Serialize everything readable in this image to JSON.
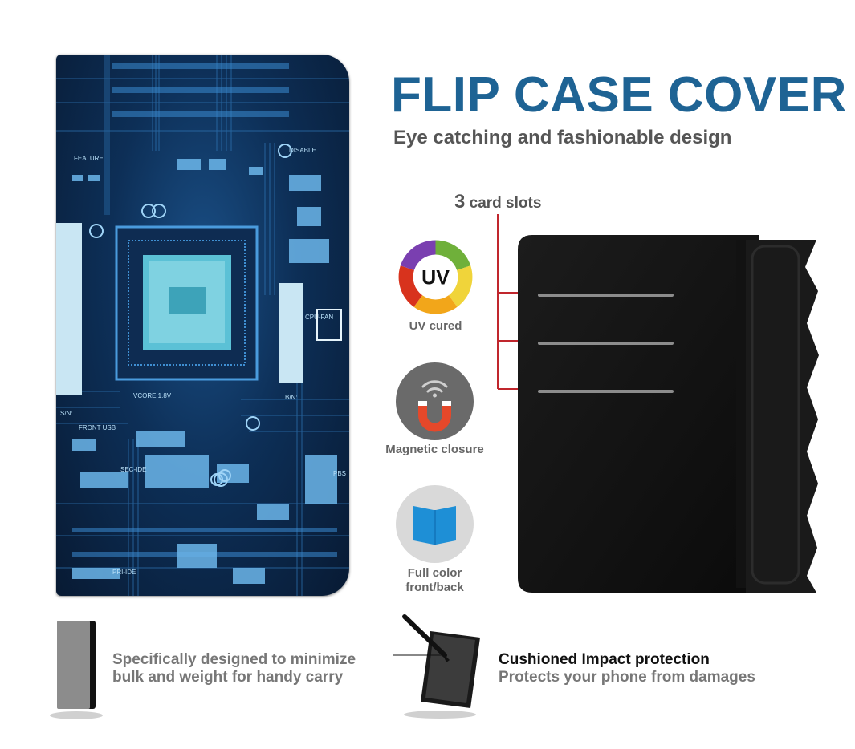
{
  "headline": {
    "title": "FLIP CASE COVER",
    "subtitle": "Eye catching and fashionable design"
  },
  "card_slots": {
    "count": "3",
    "label": "card slots",
    "accent_color": "#c0262d"
  },
  "features": [
    {
      "icon": "uv-icon",
      "badge": "UV",
      "label": "UV cured"
    },
    {
      "icon": "magnet-icon",
      "label": "Magnetic closure"
    },
    {
      "icon": "book-icon",
      "label_line1": "Full color",
      "label_line2": "front/back"
    }
  ],
  "bottom": {
    "slim": {
      "icon": "slim-case-icon",
      "line1": "Specifically designed to minimize",
      "line2": "bulk and weight for handy carry"
    },
    "protection": {
      "icon": "phone-case-with-pen-icon",
      "title": "Cushioned Impact protection",
      "subtitle": "Protects your phone from damages"
    }
  },
  "front_cover": {
    "print_labels": [
      "FEATURE",
      "FRONT USB",
      "SEC-IDE",
      "PRI-IDE",
      "PBS",
      "B/N:",
      "S/N:",
      "VCORE 1.8V",
      "CPU-FAN",
      "DISABLE"
    ]
  },
  "colors": {
    "headline": "#1e6394",
    "uv_ring": [
      "#7a3fb0",
      "#6fb03a",
      "#f0d43a",
      "#f2a61a",
      "#d8331d"
    ],
    "magnet_bg": "#6a6a6a",
    "magnet_red": "#e5482a",
    "book_bg": "#d9d9d9",
    "book_blue": "#1e8fd6"
  }
}
